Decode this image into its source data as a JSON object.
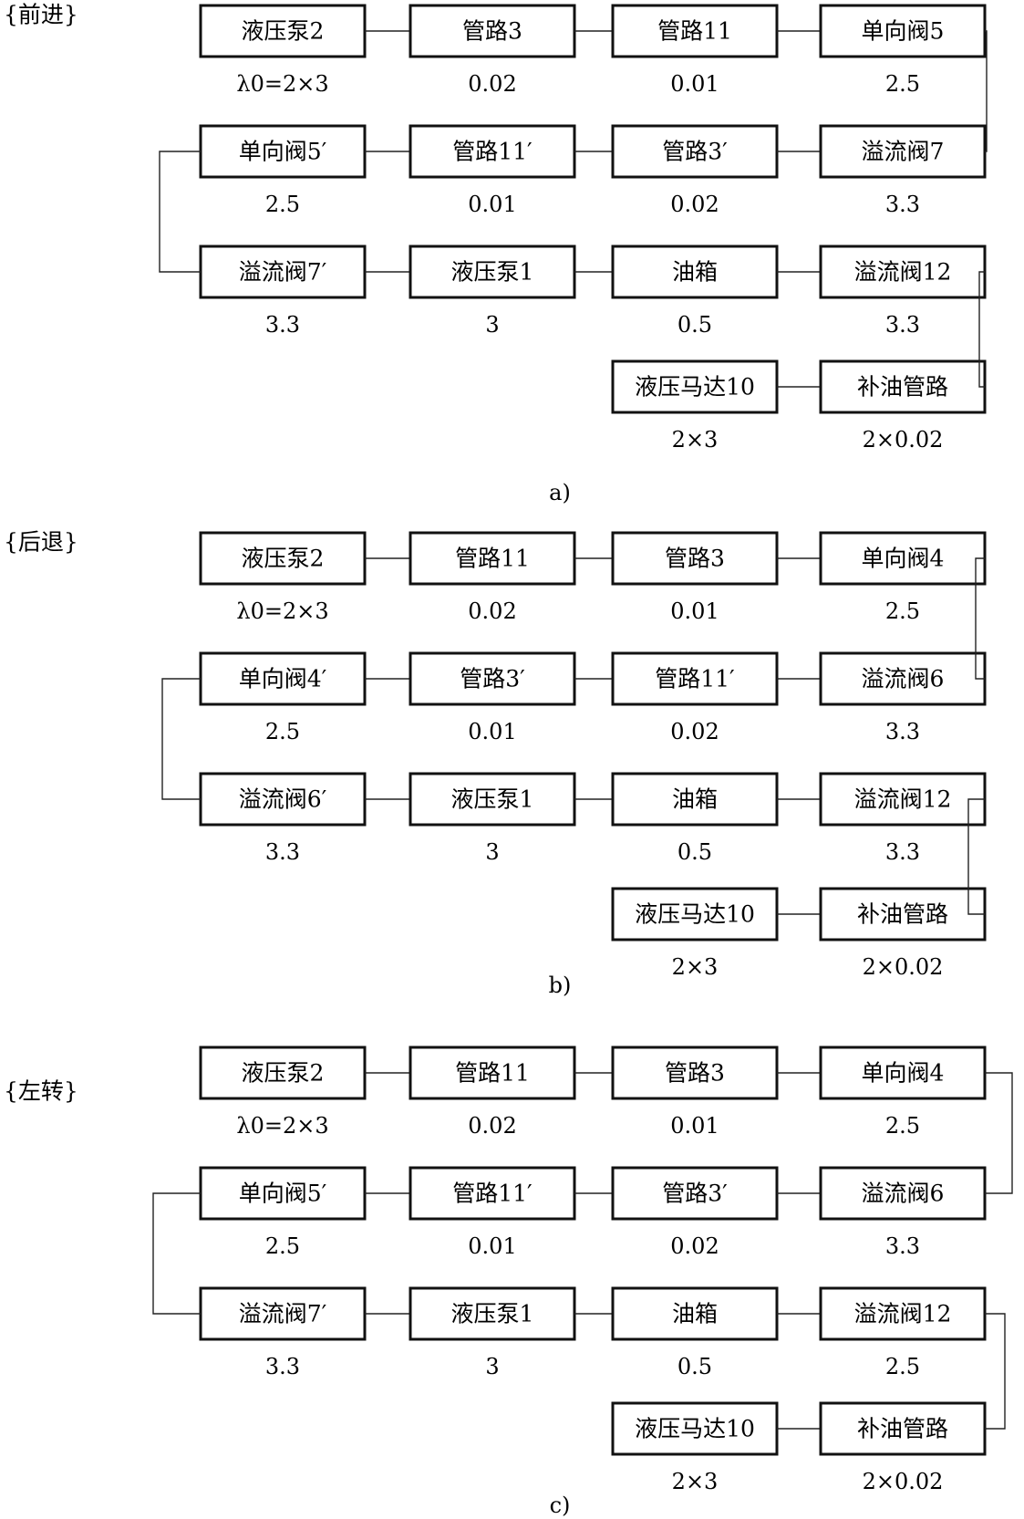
{
  "sections": [
    {
      "title": "{前进}",
      "caption": "a)",
      "rows": [
        [
          {
            "label": "液压泵2",
            "value": "λ0=2×3"
          },
          {
            "label": "管路3",
            "value": "0.02"
          },
          {
            "label": "管路11",
            "value": "0.01"
          },
          {
            "label": "单向阀5",
            "value": "2.5"
          }
        ],
        [
          {
            "label": "单向阀5′",
            "value": "2.5"
          },
          {
            "label": "管路11′",
            "value": "0.01"
          },
          {
            "label": "管路3′",
            "value": "0.02"
          },
          {
            "label": "溢流阀7",
            "value": "3.3"
          }
        ],
        [
          {
            "label": "溢流阀7′",
            "value": "3.3"
          },
          {
            "label": "液压泵1",
            "value": "3"
          },
          {
            "label": "油箱",
            "value": "0.5"
          },
          {
            "label": "溢流阀12",
            "value": "3.3"
          }
        ],
        [
          {
            "label": "液压马达10",
            "value": "2×3"
          },
          {
            "label": "补油管路",
            "value": "2×0.02"
          }
        ]
      ]
    },
    {
      "title": "{后退}",
      "caption": "b)",
      "rows": [
        [
          {
            "label": "液压泵2",
            "value": "λ0=2×3"
          },
          {
            "label": "管路11",
            "value": "0.02"
          },
          {
            "label": "管路3",
            "value": "0.01"
          },
          {
            "label": "单向阀4",
            "value": "2.5"
          }
        ],
        [
          {
            "label": "单向阀4′",
            "value": "2.5"
          },
          {
            "label": "管路3′",
            "value": "0.01"
          },
          {
            "label": "管路11′",
            "value": "0.02"
          },
          {
            "label": "溢流阀6",
            "value": "3.3"
          }
        ],
        [
          {
            "label": "溢流阀6′",
            "value": "3.3"
          },
          {
            "label": "液压泵1",
            "value": "3"
          },
          {
            "label": "油箱",
            "value": "0.5"
          },
          {
            "label": "溢流阀12",
            "value": "3.3"
          }
        ],
        [
          {
            "label": "液压马达10",
            "value": "2×3"
          },
          {
            "label": "补油管路",
            "value": "2×0.02"
          }
        ]
      ]
    },
    {
      "title": "{左转}",
      "caption": "c)",
      "rows": [
        [
          {
            "label": "液压泵2",
            "value": "λ0=2×3"
          },
          {
            "label": "管路11",
            "value": "0.02"
          },
          {
            "label": "管路3",
            "value": "0.01"
          },
          {
            "label": "单向阀4",
            "value": "2.5"
          }
        ],
        [
          {
            "label": "单向阀5′",
            "value": "2.5"
          },
          {
            "label": "管路11′",
            "value": "0.01"
          },
          {
            "label": "管路3′",
            "value": "0.02"
          },
          {
            "label": "溢流阀6",
            "value": "3.3"
          }
        ],
        [
          {
            "label": "溢流阀7′",
            "value": "3.3"
          },
          {
            "label": "液压泵1",
            "value": "3"
          },
          {
            "label": "油箱",
            "value": "0.5"
          },
          {
            "label": "溢流阀12",
            "value": "2.5"
          }
        ],
        [
          {
            "label": "液压马达10",
            "value": "2×3"
          },
          {
            "label": "补油管路",
            "value": "2×0.02"
          }
        ]
      ]
    }
  ]
}
